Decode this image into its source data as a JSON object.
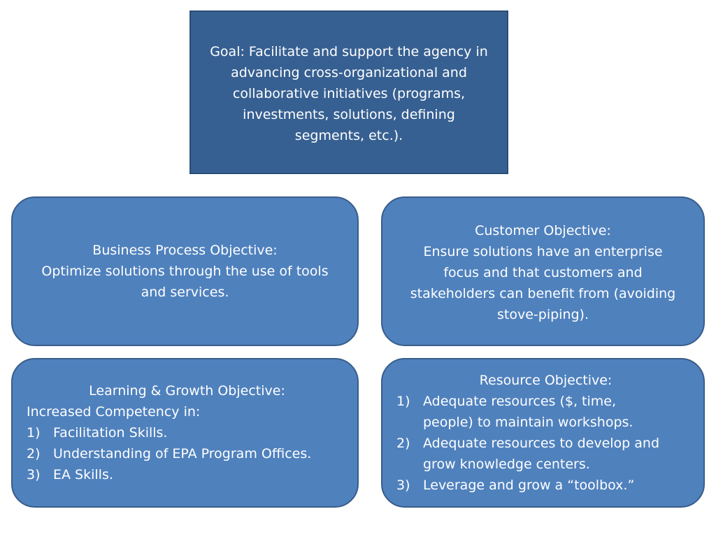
{
  "goal": {
    "lines": [
      "Goal: Facilitate and support the agency in",
      "advancing cross-organizational and",
      "collaborative initiatives (programs,",
      "investments, solutions, defining",
      "segments, etc.)."
    ]
  },
  "business_process": {
    "title": "Business Process Objective:",
    "lines": [
      "Optimize solutions through the use of tools",
      "and services."
    ]
  },
  "customer": {
    "title": "Customer Objective:",
    "lines": [
      "Ensure solutions have an enterprise",
      "focus and that customers and",
      "stakeholders can benefit from (avoiding",
      "stove-piping)."
    ]
  },
  "learning": {
    "title": "Learning & Growth Objective:",
    "intro": "Increased Competency in:",
    "items": [
      {
        "num": "1)",
        "lines": [
          "Facilitation Skills."
        ]
      },
      {
        "num": "2)",
        "lines": [
          "Understanding of EPA Program Offices."
        ]
      },
      {
        "num": "3)",
        "lines": [
          "EA Skills."
        ]
      }
    ]
  },
  "resource": {
    "title": "Resource Objective:",
    "items": [
      {
        "num": "1)",
        "lines": [
          "Adequate resources ($, time,",
          "people) to maintain workshops."
        ]
      },
      {
        "num": "2)",
        "lines": [
          "Adequate resources to develop and",
          "grow knowledge centers."
        ]
      },
      {
        "num": "3)",
        "lines": [
          "Leverage and grow a “toolbox.”"
        ]
      }
    ]
  }
}
